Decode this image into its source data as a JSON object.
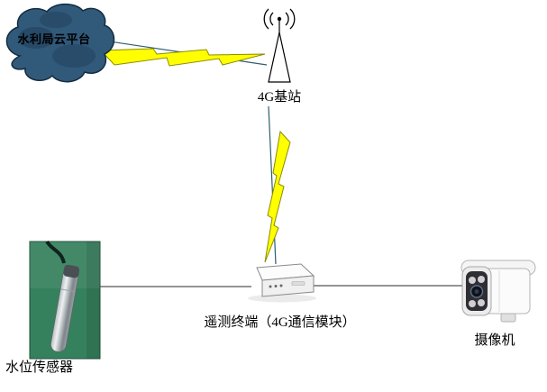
{
  "nodes": {
    "cloud": {
      "label": "水利局云平台"
    },
    "base_station": {
      "label": "4G基站"
    },
    "terminal": {
      "label": "遥测终端（4G通信模块）"
    },
    "sensor": {
      "label": "水位传感器"
    },
    "camera": {
      "label": "摄像机"
    }
  },
  "icons": {
    "cloud": "dark-cloud-shape",
    "base_station": "antenna-cone-with-radio-waves",
    "wireless_link": "yellow-lightning-bolt",
    "terminal": "white-3d-box-device",
    "sensor": "probe-photo-green-background",
    "camera": "white-bullet-camera"
  },
  "colors": {
    "cloud_fill": "#31597a",
    "cloud_stroke": "#122c42",
    "cloud_shade": "#142e44",
    "lightning_fill": "#ffff00",
    "lightning_stroke": "#8b8b00",
    "connector": "#2f5d6e",
    "wire": "#555555",
    "sensor_green": "#35815d"
  }
}
